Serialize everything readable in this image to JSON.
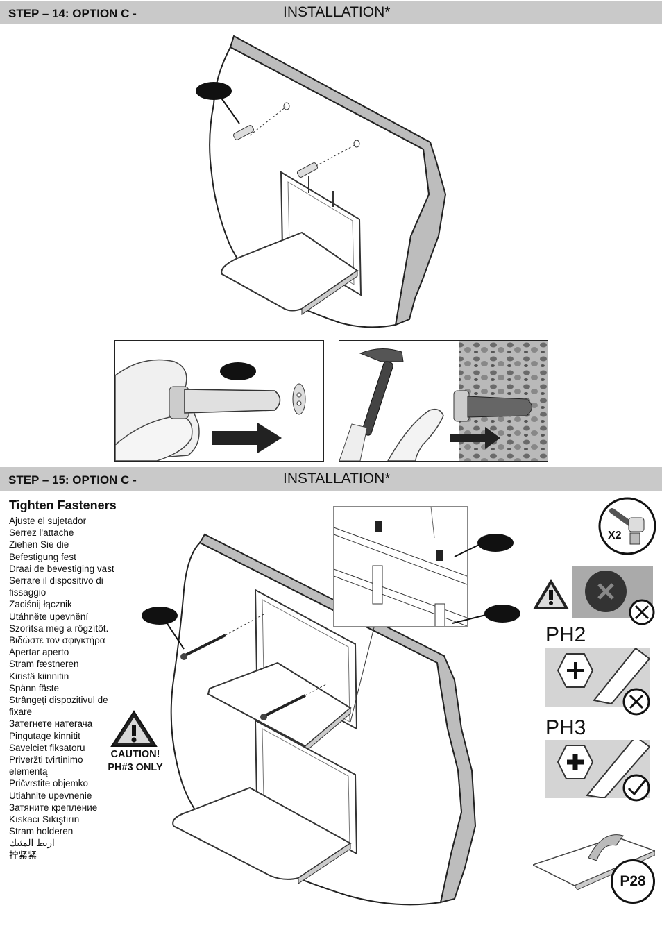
{
  "step14": {
    "step": "STEP – 14: OPTION C -",
    "title": "INSTALLATION*"
  },
  "step15": {
    "step": "STEP – 15: OPTION C -",
    "title": "INSTALLATION*"
  },
  "instructions": {
    "heading": "Tighten Fasteners",
    "items": [
      "Ajuste el sujetador",
      "Serrez l'attache",
      "Ziehen Sie die",
      "Befestigung fest",
      "Draai de bevestiging vast",
      "Serrare il dispositivo di",
      "fissaggio",
      "Zaciśnij łącznik",
      "Utáhněte upevnění",
      "Szorítsa meg a rögzítőt.",
      "Βιδώστε τον σφιγκτήρα",
      "Apertar aperto",
      "Stram fæstneren",
      "Kiristä kiinnitin",
      "Spänn fäste",
      "Strângeți dispozitivul de",
      "fixare",
      "Затегнете натегача",
      "Pingutage kinnitit",
      "Savelciet fiksatoru",
      "Priveržti tvirtinimo",
      "elementą",
      "Pričvrstite objemko",
      "Utiahnite upevnenie",
      "Затяните крепление",
      "Kıskacı Sıkıştırın",
      "Stram holderen",
      "اربط المثبك",
      "拧紧紧"
    ]
  },
  "caution": {
    "line1": "CAUTION!",
    "line2": "PH#3 ONLY"
  },
  "tools": {
    "qty": "X2",
    "ph2": "PH2",
    "ph3": "PH3"
  },
  "page": {
    "number": "P28"
  },
  "icons": [
    "warning-icon",
    "screw-head-icon",
    "cross-circle-icon",
    "check-circle-icon",
    "hex-key-icon",
    "hammer-icon",
    "arrow-icon",
    "page-flip-icon"
  ]
}
